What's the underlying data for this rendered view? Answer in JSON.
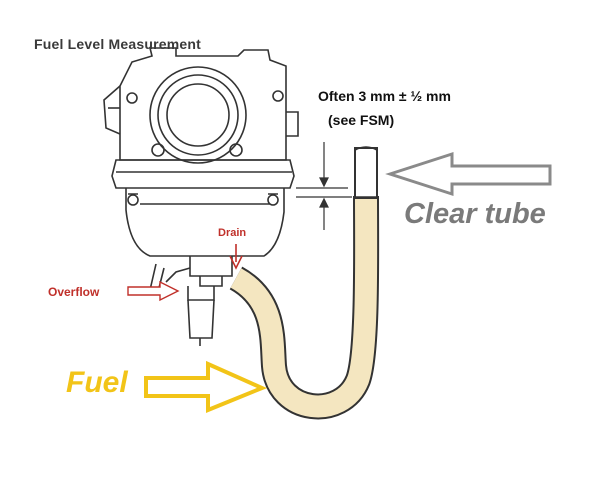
{
  "title": "Fuel Level Measurement",
  "measurement": {
    "line1": "Often 3 mm ± ½ mm",
    "line2": "(see FSM)"
  },
  "labels": {
    "clear_tube": "Clear tube",
    "fuel": "Fuel",
    "drain": "Drain",
    "overflow": "Overflow"
  },
  "colors": {
    "fuel_fill": "#f4e6c0",
    "fuel_arrow": "#f2c418",
    "tube_arrow": "#8a8a8a",
    "callout_red": "#c0302a",
    "line_art": "#333333"
  }
}
